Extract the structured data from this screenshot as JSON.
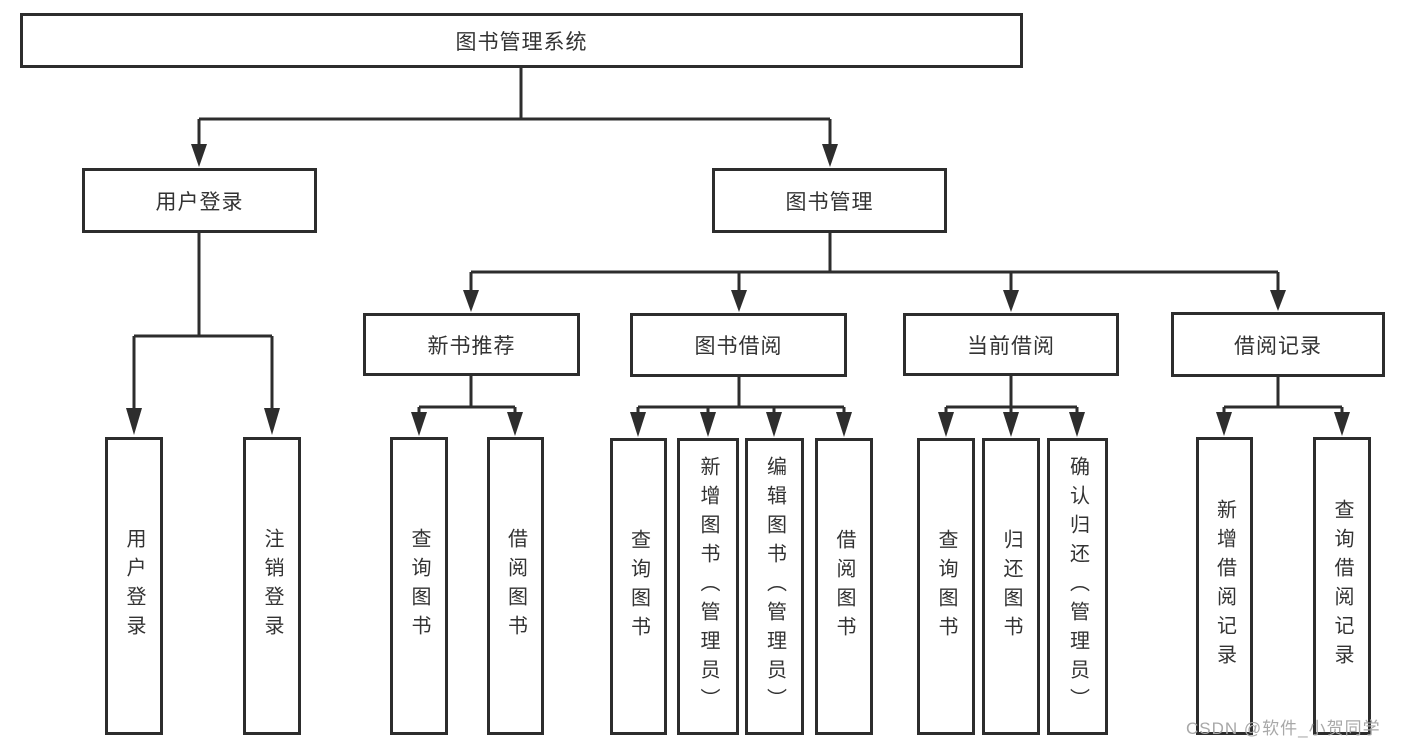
{
  "diagram": {
    "root": {
      "label": "图书管理系统"
    },
    "level2": [
      {
        "label": "用户登录",
        "children": [
          {
            "label": "用户登录"
          },
          {
            "label": "注销登录"
          }
        ]
      },
      {
        "label": "图书管理",
        "children": [
          {
            "label": "新书推荐",
            "children": [
              {
                "label": "查询图书"
              },
              {
                "label": "借阅图书"
              }
            ]
          },
          {
            "label": "图书借阅",
            "children": [
              {
                "label": "查询图书"
              },
              {
                "label": "新增图书（管理员）"
              },
              {
                "label": "编辑图书（管理员）"
              },
              {
                "label": "借阅图书"
              }
            ]
          },
          {
            "label": "当前借阅",
            "children": [
              {
                "label": "查询图书"
              },
              {
                "label": "归还图书"
              },
              {
                "label": "确认归还（管理员）"
              }
            ]
          },
          {
            "label": "借阅记录",
            "children": [
              {
                "label": "新增借阅记录"
              },
              {
                "label": "查询借阅记录"
              }
            ]
          }
        ]
      }
    ]
  },
  "watermark": {
    "text": "CSDN @软件_小贺同学"
  },
  "colors": {
    "line": "#2d2d2d",
    "text": "#333333",
    "background": "#ffffff",
    "watermark": "#a8a8a8"
  }
}
